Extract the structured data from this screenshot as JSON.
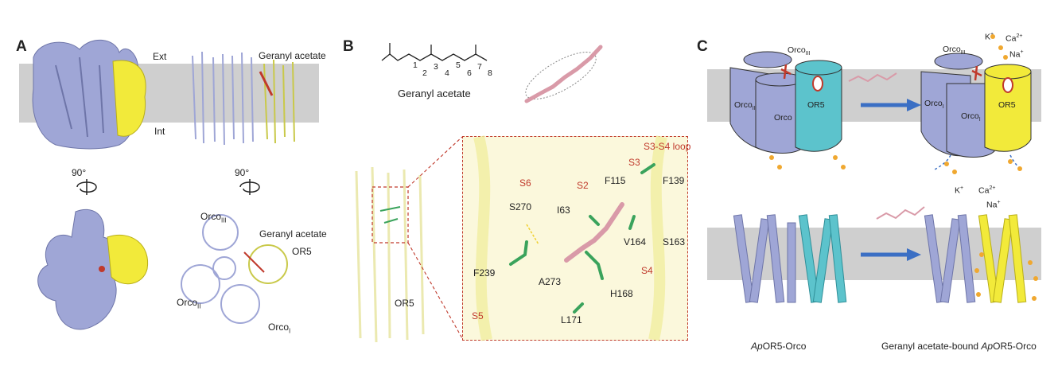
{
  "panels": {
    "a": "A",
    "b": "B",
    "c": "C"
  },
  "panel_a": {
    "ext": "Ext",
    "int": "Int",
    "rotation_left": "90°",
    "rotation_right": "90°",
    "geranyl_top": "Geranyl acetate",
    "geranyl_bottom": "Geranyl acetate",
    "orco_iii_main": "Orco",
    "orco_iii_sub": "III",
    "or5": "OR5",
    "orco_ii_main": "Orco",
    "orco_ii_sub": "II",
    "orco_i_main": "Orco",
    "orco_i_sub": "I"
  },
  "panel_b": {
    "molecule_name": "Geranyl acetate",
    "atom_numbers": [
      "1",
      "2",
      "3",
      "4",
      "5",
      "6",
      "7",
      "8"
    ],
    "or5": "OR5",
    "helices": {
      "s6": "S6",
      "s2": "S2",
      "s3": "S3",
      "s4": "S4",
      "s5": "S5",
      "loop": "S3-S4 loop"
    },
    "residues": {
      "f115": "F115",
      "f139": "F139",
      "s270": "S270",
      "i63": "I63",
      "v164": "V164",
      "s163": "S163",
      "f239": "F239",
      "a273": "A273",
      "h168": "H168",
      "l171": "L171"
    }
  },
  "panel_c": {
    "left_top": {
      "orco_iii_main": "Orco",
      "orco_iii_sub": "III",
      "orco_ii_main": "Orco",
      "orco_ii_sub": "II",
      "orco": "Orco",
      "or5": "OR5"
    },
    "right_top": {
      "orco_iii_main": "Orco",
      "orco_iii_sub": "III",
      "orco_i_main": "Orco",
      "orco_i_sub": "I",
      "orco_i2_main": "Orco",
      "orco_i2_sub": "I",
      "or5": "OR5"
    },
    "ions_top": {
      "k": "K",
      "k_sup": "+",
      "ca": "Ca",
      "ca_sup": "2+",
      "na": "Na",
      "na_sup": "+"
    },
    "ions_bottom": {
      "k": "K",
      "k_sup": "+",
      "ca": "Ca",
      "ca_sup": "2+",
      "na": "Na",
      "na_sup": "+"
    },
    "caption_left_italic": "Ap",
    "caption_left_rest": "OR5-Orco",
    "caption_right_pre": "Geranyl acetate-bound ",
    "caption_right_italic": "Ap",
    "caption_right_rest": "OR5-Orco"
  },
  "colors": {
    "orco": "#9fa6d6",
    "or5_apo": "#5cc3cc",
    "or5_bound": "#f2ea3a",
    "membrane": "#cfcfcf",
    "ligand": "#d99aa8",
    "residue": "#3aa35c",
    "ion": "#f0a830",
    "arrow": "#3b6fc4",
    "label_red": "#c0392b"
  }
}
